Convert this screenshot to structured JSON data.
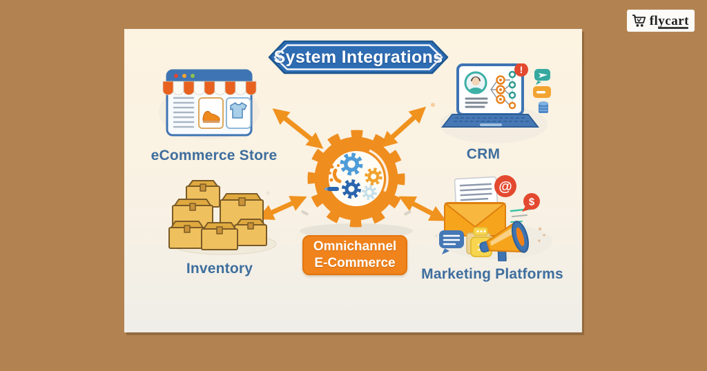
{
  "logo": {
    "text": "flycart"
  },
  "banner": {
    "title": "System Integrations"
  },
  "center_gear": {
    "label": {
      "line1": "Omnichannel",
      "line2": "E-Commerce"
    }
  },
  "nodes": {
    "ecommerce_store": {
      "label": "eCommerce Store"
    },
    "crm": {
      "label": "CRM"
    },
    "inventory": {
      "label": "Inventory"
    },
    "marketing": {
      "label": "Marketing Platforms"
    }
  },
  "badges": {
    "alert": "!",
    "at": "@",
    "dollar": "$",
    "play": ">"
  },
  "icons": {
    "logo_icon": "shopping-cart-icon",
    "center_icon": "gears-icon",
    "ecommerce_icon": "storefront-browser-icon",
    "crm_icon": "laptop-contacts-icon",
    "inventory_icon": "stacked-boxes-icon",
    "marketing_icon": "email-megaphone-icon"
  },
  "colors": {
    "background": "#B28351",
    "panel": "#FBF3E2",
    "accent_orange": "#F0921E",
    "banner_blue": "#2E6DB4",
    "label_blue": "#3E6E9E"
  }
}
